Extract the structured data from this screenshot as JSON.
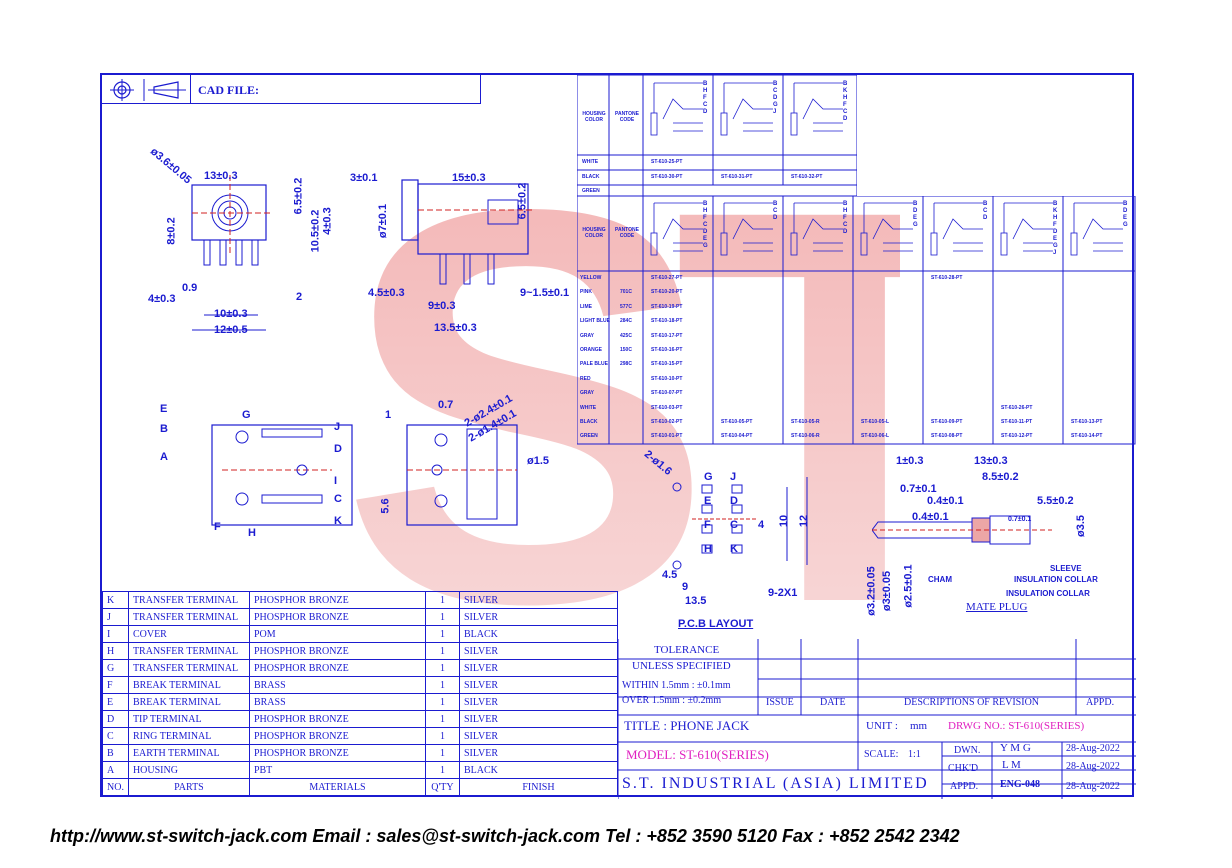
{
  "header": {
    "cad_label": "CAD FILE:"
  },
  "watermark": "ST",
  "dims_front": [
    "ø3.6±0.05",
    "13±0.3",
    "6.5±0.2",
    "8±0.2",
    "10.5±0.2",
    "4±0.3",
    "0.9",
    "4±0.3",
    "10±0.3",
    "12±0.5",
    "2"
  ],
  "dims_side": [
    "3±0.1",
    "15±0.3",
    "6.5±0.2",
    "ø7±0.1",
    "4.5±0.3",
    "9±0.3",
    "9~1.5±0.1",
    "13.5±0.3"
  ],
  "dims_bottom": [
    "1",
    "0.7",
    "2-ø2.4±0.1",
    "2-ø1.4±0.1",
    "ø1.5",
    "5.6"
  ],
  "pin_labels_left": [
    "E",
    "G",
    "J",
    "B",
    "D",
    "A",
    "I",
    "C",
    "F",
    "H",
    "K"
  ],
  "pcb": {
    "title": "P.C.B LAYOUT",
    "dims": [
      "2-ø1.6",
      "10",
      "12",
      "4",
      "4.5",
      "9",
      "13.5",
      "9-2X1"
    ],
    "pins": [
      "G",
      "J",
      "E",
      "D",
      "F",
      "C",
      "H",
      "K"
    ]
  },
  "plug": {
    "title": "MATE PLUG",
    "dims": [
      "1±0.3",
      "13±0.3",
      "8.5±0.2",
      "0.7±0.1",
      "0.4±0.1",
      "5.5±0.2",
      "0.4±0.1",
      "0.7±0.1",
      "ø3.5",
      "ø3.2±0.05",
      "ø3±0.05",
      "ø2.5±0.1"
    ],
    "labels": [
      "SLEEVE",
      "CHAM",
      "INSULATION COLLAR",
      "INSULATION COLLAR"
    ]
  },
  "color_table1": {
    "headers": [
      "HOUSING COLOR",
      "PANTONE CODE"
    ],
    "rows": [
      {
        "color": "WHITE",
        "code": "",
        "parts": [
          "ST-610-25-PT",
          "",
          ""
        ]
      },
      {
        "color": "BLACK",
        "code": "",
        "parts": [
          "ST-610-30-PT",
          "ST-610-31-PT",
          "ST-610-32-PT"
        ]
      },
      {
        "color": "GREEN",
        "code": "",
        "parts": [
          "",
          "",
          ""
        ]
      }
    ],
    "schem_pins": [
      [
        "B",
        "H",
        "F",
        "C",
        "D"
      ],
      [
        "B",
        "C",
        "D",
        "G",
        "J"
      ],
      [
        "B",
        "K",
        "H",
        "F",
        "C",
        "D"
      ]
    ]
  },
  "color_table2": {
    "headers": [
      "HOUSING COLOR",
      "PANTONE CODE"
    ],
    "rows": [
      {
        "color": "YELLOW",
        "code": "",
        "parts": [
          "ST-610-27-PT",
          "",
          "",
          "",
          "ST-610-28-PT",
          "",
          ""
        ]
      },
      {
        "color": "PINK",
        "code": "701C",
        "parts": [
          "ST-610-20-PT",
          "",
          "",
          "",
          "",
          "",
          ""
        ]
      },
      {
        "color": "LIME",
        "code": "577C",
        "parts": [
          "ST-610-19-PT",
          "",
          "",
          "",
          "",
          "",
          ""
        ]
      },
      {
        "color": "LIGHT BLUE",
        "code": "284C",
        "parts": [
          "ST-610-18-PT",
          "",
          "",
          "",
          "",
          "",
          ""
        ]
      },
      {
        "color": "GRAY",
        "code": "425C",
        "parts": [
          "ST-610-17-PT",
          "",
          "",
          "",
          "",
          "",
          ""
        ]
      },
      {
        "color": "ORANGE",
        "code": "150C",
        "parts": [
          "ST-610-16-PT",
          "",
          "",
          "",
          "",
          "",
          ""
        ]
      },
      {
        "color": "PALE BLUE",
        "code": "298C",
        "parts": [
          "ST-610-15-PT",
          "",
          "",
          "",
          "",
          "",
          ""
        ]
      },
      {
        "color": "RED",
        "code": "",
        "parts": [
          "ST-610-10-PT",
          "",
          "",
          "",
          "",
          "",
          ""
        ]
      },
      {
        "color": "GRAY",
        "code": "",
        "parts": [
          "ST-610-07-PT",
          "",
          "",
          "",
          "",
          "",
          ""
        ]
      },
      {
        "color": "WHITE",
        "code": "",
        "parts": [
          "ST-610-03-PT",
          "",
          "",
          "",
          "",
          "ST-610-26-PT",
          ""
        ]
      },
      {
        "color": "BLACK",
        "code": "",
        "parts": [
          "ST-610-02-PT",
          "ST-610-05-PT",
          "ST-610-05-R",
          "ST-610-05-L",
          "ST-610-09-PT",
          "ST-610-11-PT",
          "ST-610-13-PT"
        ]
      },
      {
        "color": "GREEN",
        "code": "",
        "parts": [
          "ST-610-01-PT",
          "ST-610-04-PT",
          "ST-610-06-R",
          "ST-610-06-L",
          "ST-610-08-PT",
          "ST-610-12-PT",
          "ST-610-14-PT"
        ]
      }
    ],
    "schem_pins": [
      [
        "B",
        "H",
        "F",
        "C",
        "D",
        "E",
        "G"
      ],
      [
        "B",
        "C",
        "D"
      ],
      [
        "B",
        "H",
        "F",
        "C",
        "D"
      ],
      [
        "B",
        "D",
        "E",
        "G"
      ],
      [
        "B",
        "C",
        "D"
      ],
      [
        "B",
        "K",
        "H",
        "F",
        "D",
        "E",
        "G",
        "J"
      ],
      [
        "B",
        "D",
        "E",
        "G"
      ]
    ]
  },
  "bom": {
    "rows": [
      {
        "id": "K",
        "part": "TRANSFER TERMINAL",
        "material": "PHOSPHOR BRONZE",
        "qty": "1",
        "finish": "SILVER"
      },
      {
        "id": "J",
        "part": "TRANSFER TERMINAL",
        "material": "PHOSPHOR BRONZE",
        "qty": "1",
        "finish": "SILVER"
      },
      {
        "id": "I",
        "part": "COVER",
        "material": "POM",
        "qty": "1",
        "finish": "BLACK"
      },
      {
        "id": "H",
        "part": "TRANSFER TERMINAL",
        "material": "PHOSPHOR BRONZE",
        "qty": "1",
        "finish": "SILVER"
      },
      {
        "id": "G",
        "part": "TRANSFER TERMINAL",
        "material": "PHOSPHOR BRONZE",
        "qty": "1",
        "finish": "SILVER"
      },
      {
        "id": "F",
        "part": "BREAK TERMINAL",
        "material": "BRASS",
        "qty": "1",
        "finish": "SILVER"
      },
      {
        "id": "E",
        "part": "BREAK TERMINAL",
        "material": "BRASS",
        "qty": "1",
        "finish": "SILVER"
      },
      {
        "id": "D",
        "part": "TIP TERMINAL",
        "material": "PHOSPHOR BRONZE",
        "qty": "1",
        "finish": "SILVER"
      },
      {
        "id": "C",
        "part": "RING TERMINAL",
        "material": "PHOSPHOR BRONZE",
        "qty": "1",
        "finish": "SILVER"
      },
      {
        "id": "B",
        "part": "EARTH TERMINAL",
        "material": "PHOSPHOR BRONZE",
        "qty": "1",
        "finish": "SILVER"
      },
      {
        "id": "A",
        "part": "HOUSING",
        "material": "PBT",
        "qty": "1",
        "finish": "BLACK"
      }
    ],
    "header": {
      "id": "NO.",
      "part": "PARTS",
      "material": "MATERIALS",
      "qty": "Q'TY",
      "finish": "FINISH"
    }
  },
  "titleblock": {
    "tolerance": "TOLERANCE",
    "unless": "UNLESS SPECIFIED",
    "within": "WITHIN  1.5mm : ±0.1mm",
    "over": "OVER    1.5mm : ±0.2mm",
    "issue": "ISSUE",
    "date": "DATE",
    "desc": "DESCRIPTIONS OF REVISION",
    "appd_col": "APPD.",
    "title": "TITLE : PHONE JACK",
    "unit_label": "UNIT :",
    "unit": "mm",
    "drwg": "DRWG NO.: ST-610(SERIES)",
    "model": "MODEL: ST-610(SERIES)",
    "scale_label": "SCALE:",
    "scale": "1:1",
    "dwn": "DWN.",
    "dwn_by": "Y M G",
    "dwn_date": "28-Aug-2022",
    "chkd": "CHK'D",
    "chkd_by": "L M",
    "chkd_date": "28-Aug-2022",
    "appd": "APPD.",
    "appd_by": "ENG-048",
    "appd_date": "28-Aug-2022",
    "company": "S.T. INDUSTRIAL (ASIA) LIMITED"
  },
  "footer": "http://www.st-switch-jack.com  Email : sales@st-switch-jack.com  Tel : +852 3590 5120  Fax : +852 2542 2342"
}
